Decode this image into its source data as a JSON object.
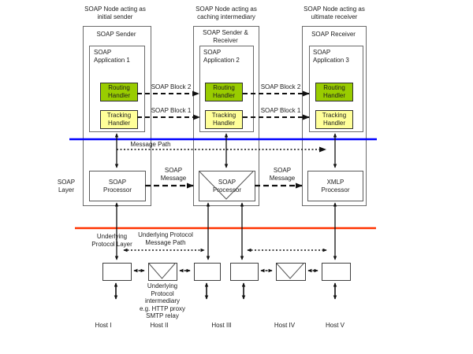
{
  "captions": {
    "node1": "SOAP Node acting as\ninitial sender",
    "node2": "SOAP Node acting as\ncaching intermediary",
    "node3": "SOAP Node acting as\nultimate receiver"
  },
  "columns": [
    {
      "title": "SOAP Sender",
      "app": "SOAP\nApplication 1",
      "routing": "Routing\nHandler",
      "tracking": "Tracking\nHandler",
      "processor": "SOAP\nProcessor"
    },
    {
      "title": "SOAP Sender &\nReceiver",
      "app": "SOAP\nApplication 2",
      "routing": "Routing\nHandler",
      "tracking": "Tracking\nHandler",
      "processor": "SOAP\nProcessor"
    },
    {
      "title": "SOAP Receiver",
      "app": "SOAP\nApplication 3",
      "routing": "Routing\nHandler",
      "tracking": "Tracking\nHandler",
      "processor": "XMLP\nProcessor"
    }
  ],
  "flow_labels": {
    "soap_block2_left": "SOAP Block 2",
    "soap_block1_left": "SOAP Block 1",
    "soap_block2_right": "SOAP Block 2",
    "soap_block1_right": "SOAP Block 1",
    "message_path": "Message Path",
    "soap_message_left": "SOAP\nMessage",
    "soap_message_right": "SOAP\nMessage"
  },
  "layers": {
    "soap_layer": "SOAP\nLayer",
    "underlying_protocol_layer": "Underlying\nProtocol Layer",
    "underlying_message_path": "Underlying Protocol\nMessage Path",
    "underlying_intermediary": "Underlying\nProtocol\nintermediary\ne.g. HTTP proxy\nSMTP relay"
  },
  "hosts": [
    {
      "label": "Host I"
    },
    {
      "label": "Host II"
    },
    {
      "label": "Host III"
    },
    {
      "label": "Host IV"
    },
    {
      "label": "Host V"
    }
  ],
  "colors": {
    "routing_handler": "#99CC00",
    "tracking_handler": "#FFFF99",
    "message_path_line": "#0000FF",
    "protocol_divider_line": "#FF3300"
  }
}
